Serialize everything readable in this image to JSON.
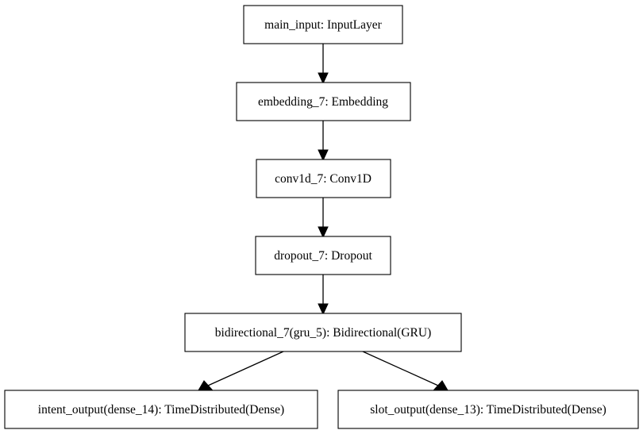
{
  "diagram": {
    "nodes": [
      {
        "id": "main_input",
        "label": "main_input: InputLayer"
      },
      {
        "id": "embedding_7",
        "label": "embedding_7: Embedding"
      },
      {
        "id": "conv1d_7",
        "label": "conv1d_7: Conv1D"
      },
      {
        "id": "dropout_7",
        "label": "dropout_7: Dropout"
      },
      {
        "id": "bidirectional_7",
        "label": "bidirectional_7(gru_5): Bidirectional(GRU)"
      },
      {
        "id": "intent_output",
        "label": "intent_output(dense_14): TimeDistributed(Dense)"
      },
      {
        "id": "slot_output",
        "label": "slot_output(dense_13): TimeDistributed(Dense)"
      }
    ],
    "edges": [
      {
        "from": "main_input",
        "to": "embedding_7"
      },
      {
        "from": "embedding_7",
        "to": "conv1d_7"
      },
      {
        "from": "conv1d_7",
        "to": "dropout_7"
      },
      {
        "from": "dropout_7",
        "to": "bidirectional_7"
      },
      {
        "from": "bidirectional_7",
        "to": "intent_output"
      },
      {
        "from": "bidirectional_7",
        "to": "slot_output"
      }
    ]
  }
}
